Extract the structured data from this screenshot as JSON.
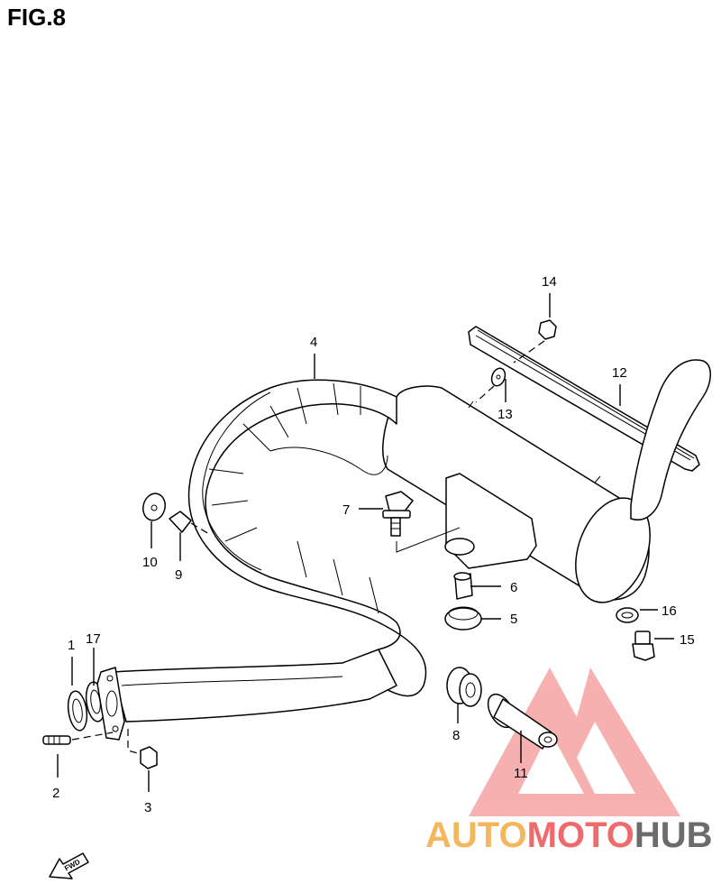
{
  "figure": {
    "title": "FIG.8"
  },
  "callouts": [
    {
      "id": "1",
      "label": "1"
    },
    {
      "id": "2",
      "label": "2"
    },
    {
      "id": "3",
      "label": "3"
    },
    {
      "id": "4",
      "label": "4"
    },
    {
      "id": "5",
      "label": "5"
    },
    {
      "id": "6",
      "label": "6"
    },
    {
      "id": "7",
      "label": "7"
    },
    {
      "id": "8",
      "label": "8"
    },
    {
      "id": "9",
      "label": "9"
    },
    {
      "id": "10",
      "label": "10"
    },
    {
      "id": "11",
      "label": "11"
    },
    {
      "id": "12",
      "label": "12"
    },
    {
      "id": "13",
      "label": "13"
    },
    {
      "id": "14",
      "label": "14"
    },
    {
      "id": "15",
      "label": "15"
    },
    {
      "id": "16",
      "label": "16"
    },
    {
      "id": "17",
      "label": "17"
    }
  ],
  "direction_arrow": {
    "label": "FWD"
  },
  "watermark": {
    "part1": "AUTO",
    "part2": "MOTO",
    "part3": "HUB"
  },
  "colors": {
    "line": "#000000",
    "watermark_red": "#ef6b6b",
    "watermark_orange": "#f4b65f",
    "watermark_gray": "#6c6c6c"
  }
}
